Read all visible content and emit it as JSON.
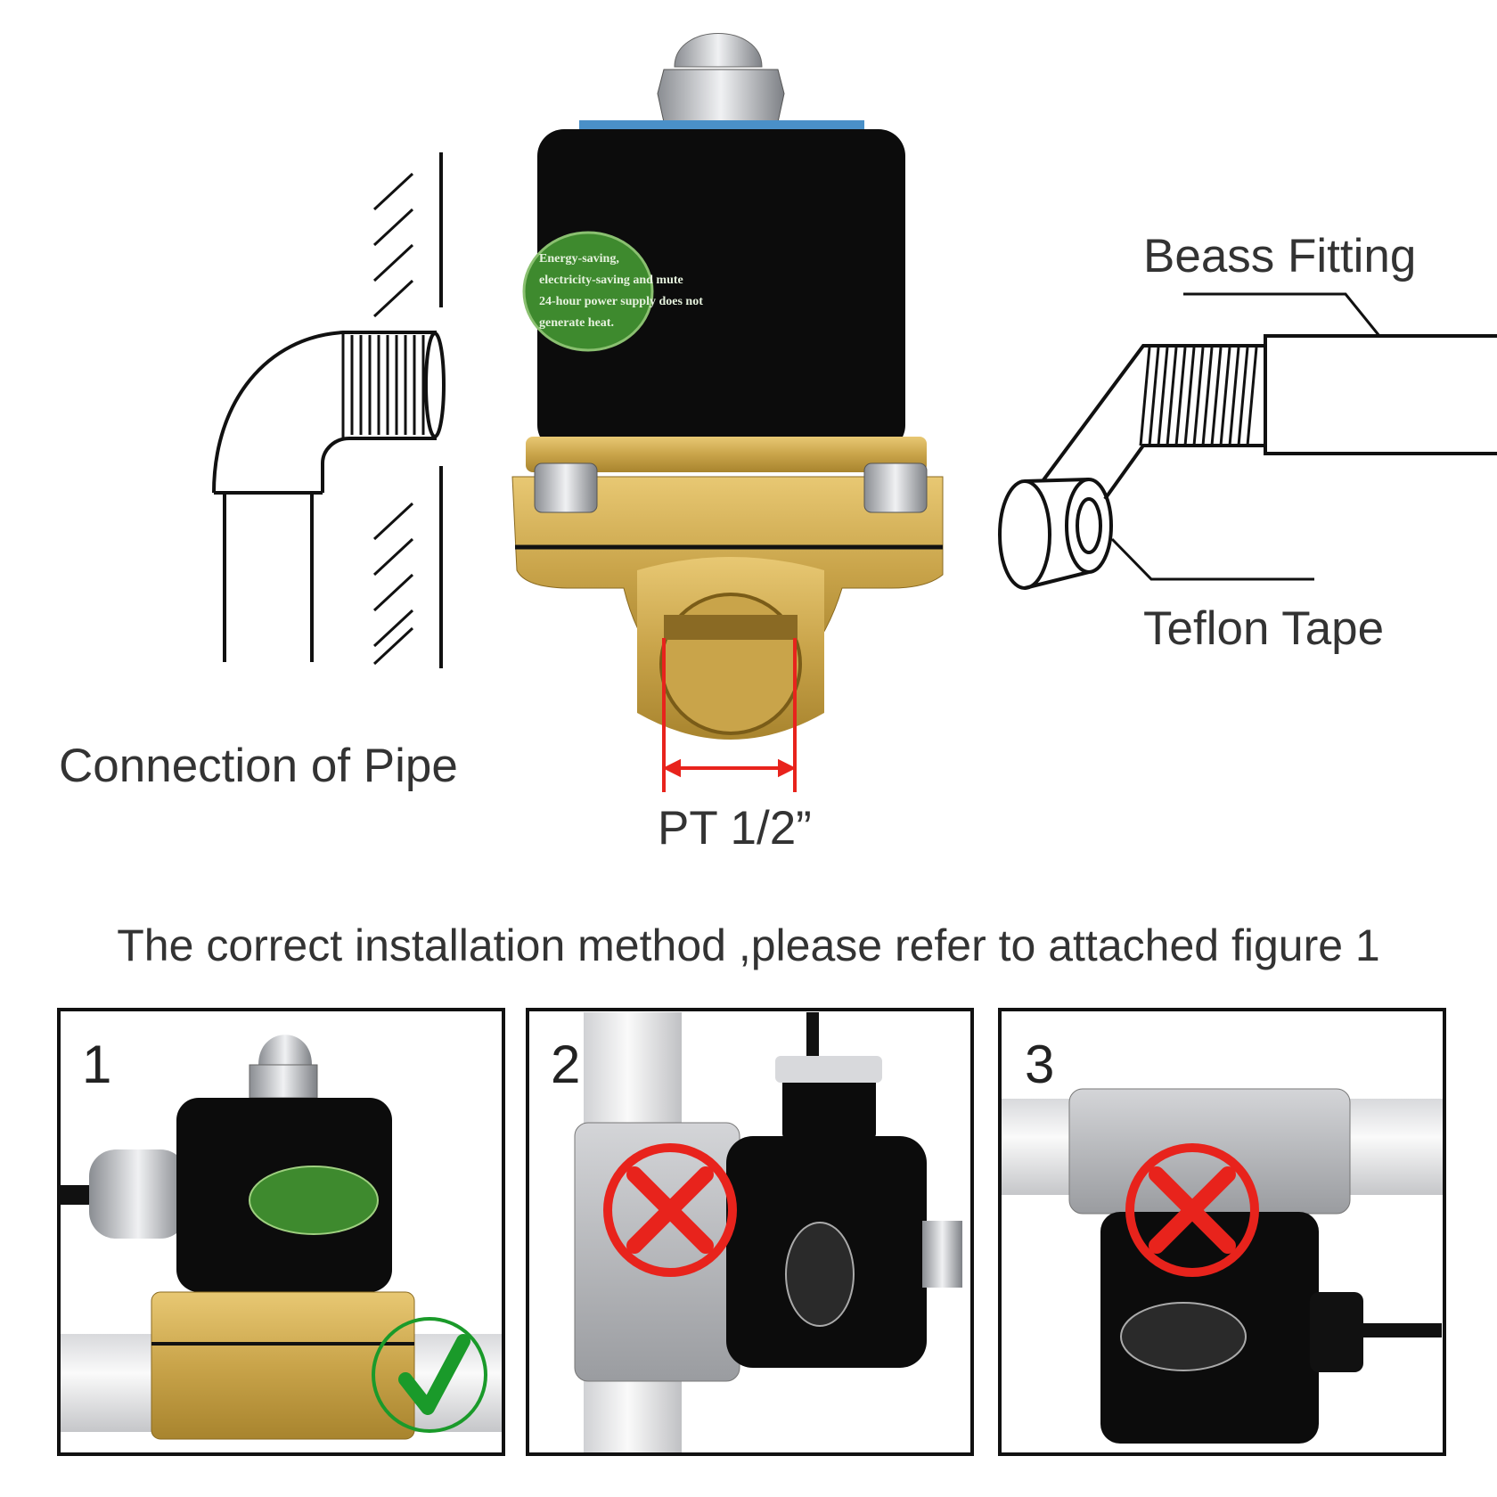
{
  "labels": {
    "brass_fitting": "Beass Fitting",
    "teflon_tape": "Teflon Tape",
    "pipe_connection": "Connection of Pipe",
    "port_size": "PT 1/2”",
    "caption": "The correct installation method ,please refer to attached figure 1"
  },
  "valve_label": [
    "Energy-saving,",
    "electricity-saving and mute",
    "24-hour power supply does not",
    "generate heat."
  ],
  "panels": [
    {
      "number": "1",
      "status": "correct"
    },
    {
      "number": "2",
      "status": "incorrect"
    },
    {
      "number": "3",
      "status": "incorrect"
    }
  ],
  "colors": {
    "brass": "#c9a44a",
    "coil": "#111111",
    "correct": "#1a9a2a",
    "incorrect": "#e8231c",
    "dimension": "#e8231c"
  }
}
